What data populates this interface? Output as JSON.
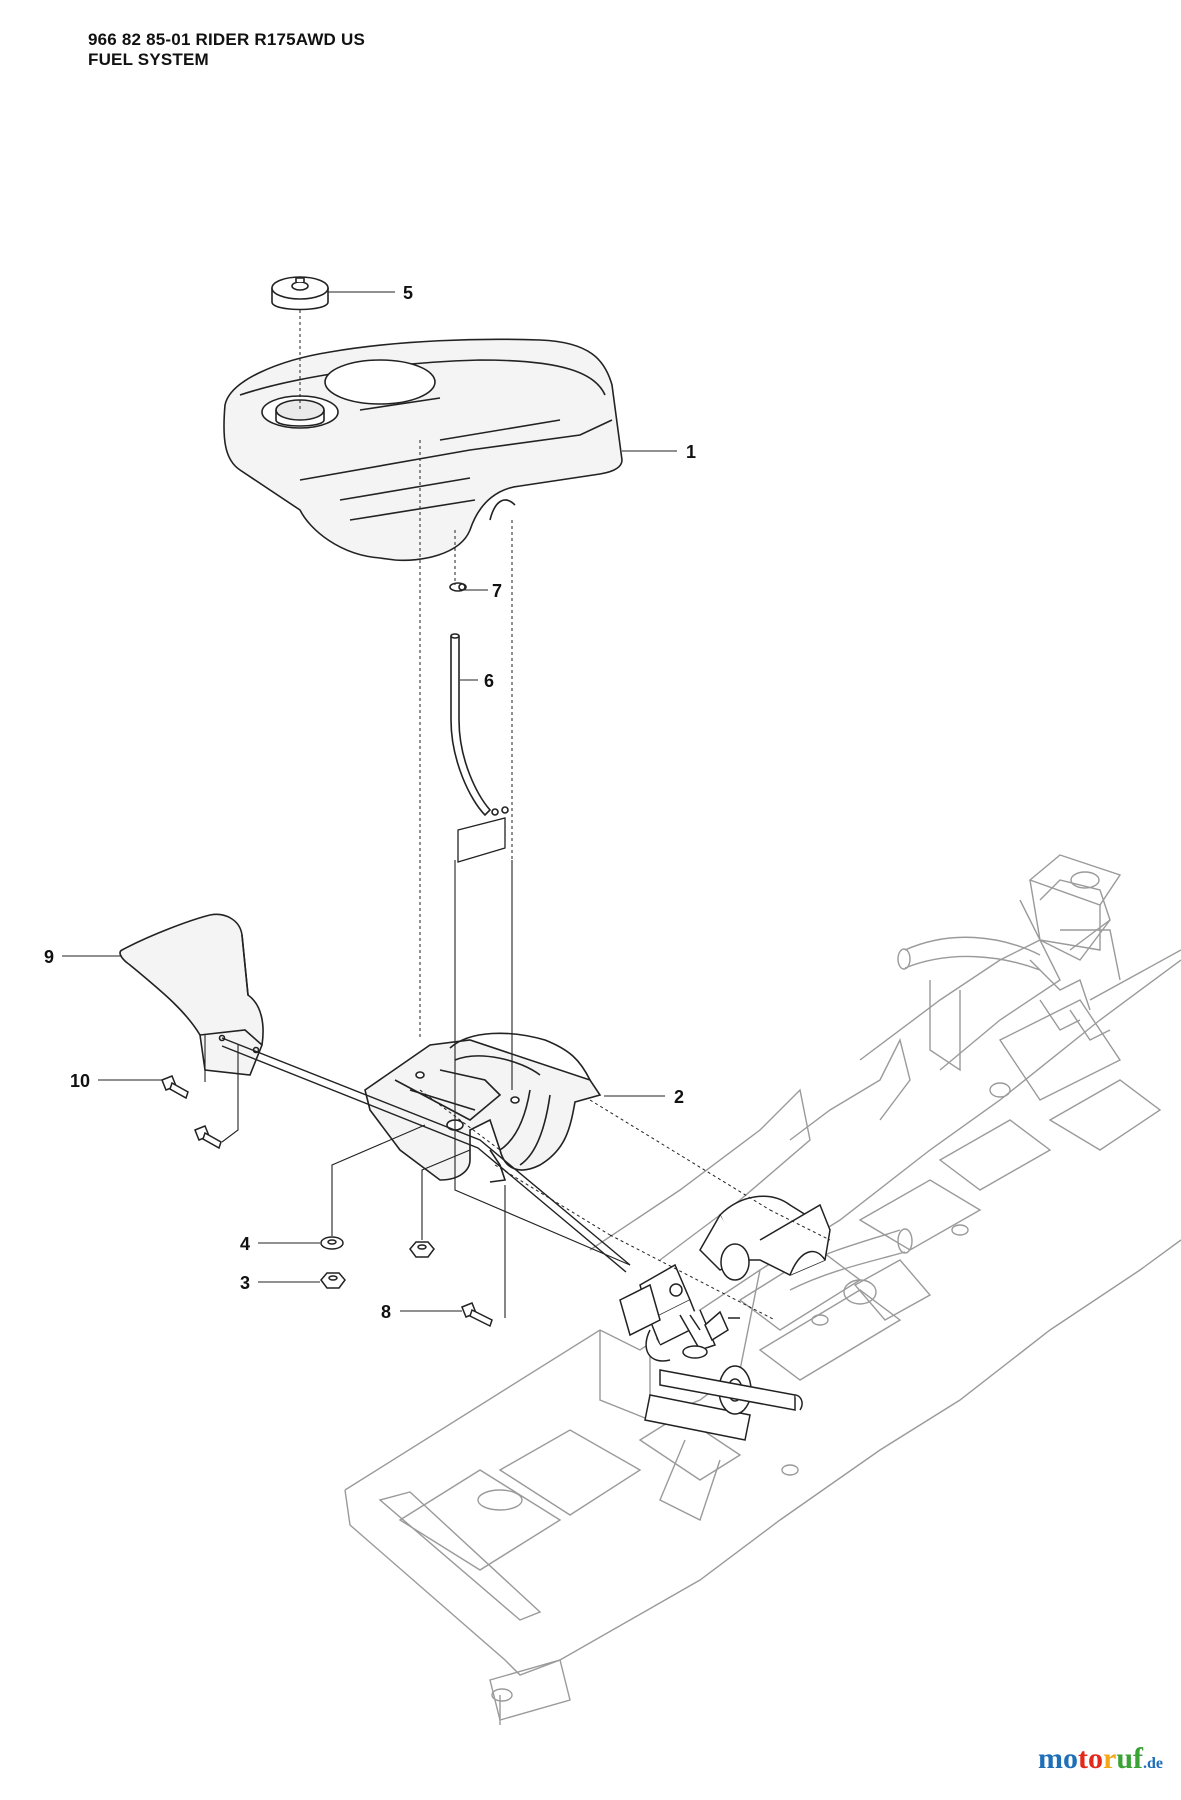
{
  "header": {
    "model_line": "966 82 85-01 RIDER R175AWD US",
    "section_title": "FUEL SYSTEM"
  },
  "callouts": [
    {
      "id": "1",
      "label": "1",
      "part": "fuel-tank"
    },
    {
      "id": "2",
      "label": "2",
      "part": "tank-bracket"
    },
    {
      "id": "3",
      "label": "3",
      "part": "nut"
    },
    {
      "id": "4",
      "label": "4",
      "part": "washer"
    },
    {
      "id": "5",
      "label": "5",
      "part": "fuel-cap"
    },
    {
      "id": "6",
      "label": "6",
      "part": "fuel-hose"
    },
    {
      "id": "7",
      "label": "7",
      "part": "hose-clamp"
    },
    {
      "id": "8",
      "label": "8",
      "part": "bolt"
    },
    {
      "id": "9",
      "label": "9",
      "part": "heat-shield"
    },
    {
      "id": "10",
      "label": "10",
      "part": "screw"
    }
  ],
  "watermark": {
    "parts": [
      "mo",
      "to",
      "r",
      "uf",
      ".de"
    ]
  },
  "colors": {
    "line": "#222222",
    "frame": "#9a9a9a",
    "fill": "#ffffff"
  }
}
